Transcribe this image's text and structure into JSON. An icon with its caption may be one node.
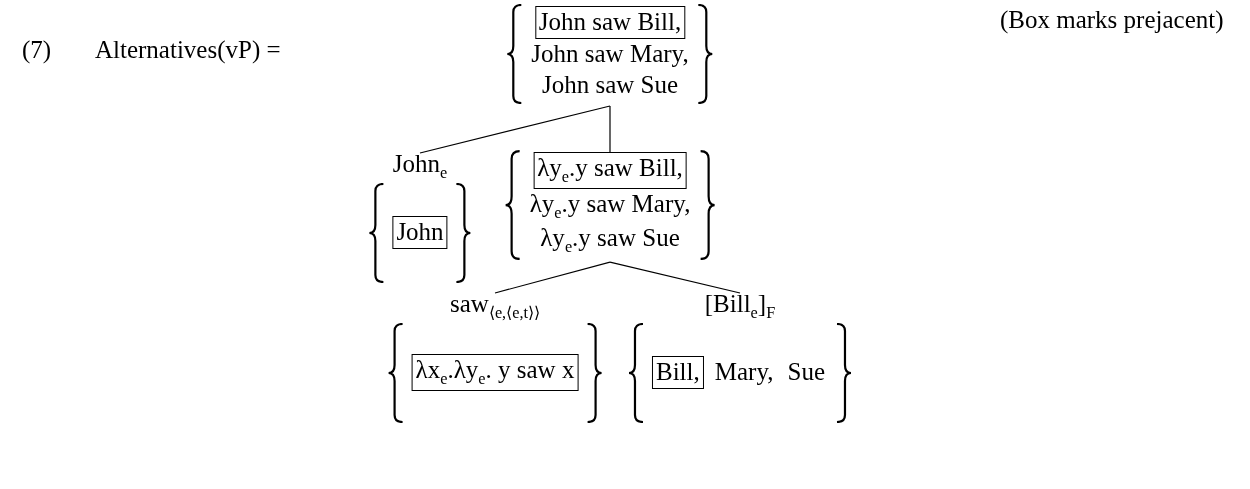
{
  "diagram": {
    "nodes": [
      {
        "text": [
          "John saw Bill,",
          "John saw Mary,",
          "John saw Sue"
        ]
      },
      {
        "text": [
          "John$_{e}$",
          "John"
        ]
      },
      {
        "text": [
          "λy$_{e}$.y saw Bill,",
          "λy$_{e}$.y saw Mary,",
          "λy$_{e}$.y saw Sue"
        ]
      },
      {
        "text": [
          "saw$_{⟨e,⟨e,t⟩⟩}$",
          "λx$_{e}$.λy$_{e}$. y saw x"
        ]
      },
      {
        "text": [
          "[Bill$_{e}$]$_{F}$",
          "Bill,",
          "Mary,",
          "Sue"
        ]
      }
    ],
    "edges": [
      {
        "from": 0,
        "to": 1,
        "arrow": "none"
      },
      {
        "from": 0,
        "to": 2,
        "arrow": "none"
      },
      {
        "from": 2,
        "to": 3,
        "arrow": "none"
      },
      {
        "from": 2,
        "to": 4,
        "arrow": "none"
      }
    ],
    "labels": [
      "(7)",
      "Alternatives(vP) =",
      "(Box marks prejacent)"
    ]
  }
}
